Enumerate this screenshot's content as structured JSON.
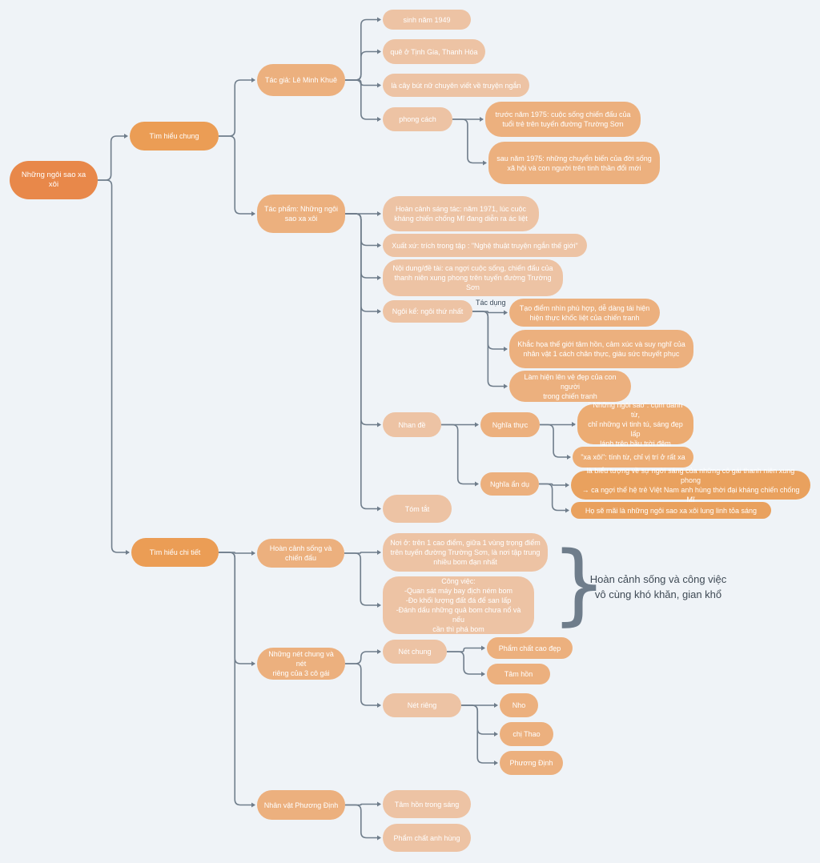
{
  "root": "Những ngôi sao xa xôi",
  "b1": {
    "label": "Tìm hiểu chung",
    "tac_gia": {
      "label": "Tác giả: Lê Minh Khuê",
      "items": [
        "sinh năm 1949",
        "quê ở Tịnh Gia, Thanh Hóa",
        "là cây bút nữ chuyên viết về truyện ngắn"
      ],
      "phong_cach": {
        "label": "phong cách",
        "items": [
          "trước năm 1975: cuộc sống chiến đấu của\ntuổi trẻ trên tuyến đường Trường Sơn",
          "sau năm 1975: những chuyển biến của đời sống\nxã hội và con người trên tinh thần đổi mới"
        ]
      }
    },
    "tac_pham": {
      "label": "Tác phẩm: Những ngôi\nsao xa xôi",
      "hoan_canh": "Hoàn cảnh sáng tác: năm 1971, lúc cuộc\nkháng chiến chống Mĩ đang diễn ra ác liệt",
      "xuat_xu": "Xuất xứ: trích trong tập : \"Nghệ thuật truyện ngắn thế giới\"",
      "noi_dung": "Nội dung/đề tài: ca ngợi cuộc sống, chiến đấu của\nthanh niên xung phong trên tuyến đường Trường Sơn",
      "ngoi_ke": {
        "label": "Ngôi kể: ngôi thứ nhất",
        "edge_label": "Tác dụng",
        "items": [
          "Tạo điểm nhìn phù hợp, dễ dàng tái hiện\nhiện thực khốc liệt của chiến tranh",
          "Khắc họa thế giới tâm hồn, cảm xúc và suy nghĩ của\nnhân vật 1 cách chân thực, giàu sức thuyết phục",
          "Làm hiện lên vẻ đẹp của con người\ntrong chiến tranh"
        ]
      },
      "nhan_de": {
        "label": "Nhan đề",
        "nghia_thuc": {
          "label": "Nghĩa thực",
          "items": [
            "\" Những ngôi sao\": cụm danh từ,\nchỉ những vì tinh tú, sáng đẹp lấp\nlánh trên bầu trời đêm",
            "\"xa xôi\": tính từ, chỉ vị trí ở rất xa"
          ]
        },
        "nghia_an_du": {
          "label": "Nghĩa ẩn dụ",
          "items": [
            "là biểu tượng về sự ngời sáng của những cô gái thanh niên xung phong\n→ ca ngợi thế hệ trẻ Việt Nam anh hùng thời đại kháng chiến chống Mĩ",
            "Họ sẽ mãi là những ngôi sao xa xôi lung linh tỏa sáng"
          ]
        }
      },
      "tom_tat": "Tóm tắt"
    }
  },
  "b2": {
    "label": "Tìm hiểu chi tiết",
    "hoan_canh": {
      "label": "Hoàn cảnh sống và\nchiến đấu",
      "items": [
        "Nơi ở: trên 1 cao điểm, giữa 1 vùng trọng điểm\ntrên tuyến đường Trường Sơn, là nơi tập trung\nnhiều bom đạn nhất",
        "Công việc:\n-Quan sát máy bay địch ném bom\n-Đo khối lượng đất đá để san lấp\n-Đánh dấu những quả bom chưa nổ và nếu\ncần thì phá bom"
      ],
      "note": "Hoàn cảnh sống và công việc\nvô cùng khó khăn, gian khổ"
    },
    "net": {
      "label": "Những nét chung và nét\nriêng của 3 cô gái",
      "net_chung": {
        "label": "Nét chung",
        "items": [
          "Phẩm chất cao đẹp",
          "Tâm hồn"
        ]
      },
      "net_rieng": {
        "label": "Nét riêng",
        "items": [
          "Nho",
          "chị Thao",
          "Phương Định"
        ]
      }
    },
    "phuong_dinh": {
      "label": "Nhân vật Phương Định",
      "items": [
        "Tâm hồn trong sáng",
        "Phẩm chất anh hùng"
      ]
    }
  },
  "colors": {
    "root": "#e8884a",
    "level1": "#eb9d55",
    "level2": "#ecb07e",
    "level3": "#edc3a4",
    "level4": "#ecac73",
    "connector": "#6f7d8b",
    "background": "#eff3f7"
  }
}
